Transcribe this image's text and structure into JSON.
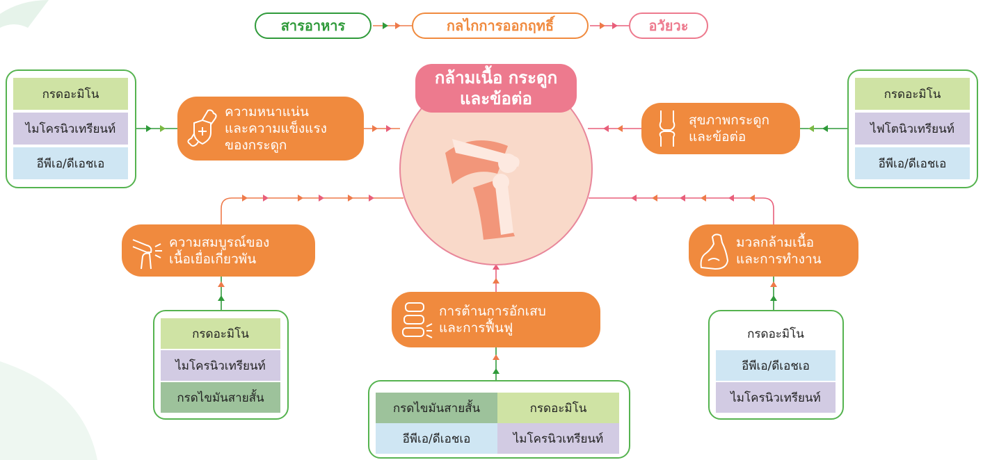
{
  "header": {
    "nutrients": "สารอาหาร",
    "mechanism": "กลไกการออกฤทธิ์",
    "organ": "อวัยวะ"
  },
  "center": {
    "line1": "กล้ามเนื้อ กระดูก",
    "line2": "และข้อต่อ"
  },
  "nodes": {
    "bone_density": {
      "lines": [
        "ความหนาแน่น",
        "และความแข็งแรง",
        "ของกระดูก"
      ],
      "icon": "bone-shield-icon"
    },
    "bone_health": {
      "lines": [
        "สุขภาพกระดูก",
        "และข้อต่อ"
      ],
      "icon": "knee-joint-icon"
    },
    "connective_tissue": {
      "lines": [
        "ความสมบูรณ์ของ",
        "เนื้อเยื่อเกี่ยวพัน"
      ],
      "icon": "joint-icon"
    },
    "muscle_mass": {
      "lines": [
        "มวลกล้ามเนื้อ",
        "และการทำงาน"
      ],
      "icon": "flexed-arm-icon"
    },
    "inflammation": {
      "lines": [
        "การต้านการอักเสบ",
        "และการฟื้นฟู"
      ],
      "icon": "spine-icon"
    }
  },
  "boxes": {
    "top_left": [
      "กรดอะมิโน",
      "ไมโครนิวเทรียนท์",
      "อีพีเอ/ดีเอชเอ"
    ],
    "top_right": [
      "กรดอะมิโน",
      "ไฟโตนิวเทรียนท์",
      "อีพีเอ/ดีเอชเอ"
    ],
    "mid_left": [
      "กรดอะมิโน",
      "ไมโครนิวเทรียนท์",
      "กรดไขมันสายสั้น"
    ],
    "mid_right": [
      "กรดอะมิโน",
      "อีพีเอ/ดีเอชเอ",
      "ไมโครนิวเทรียนท์"
    ],
    "bottom": [
      "กรดไขมันสายสั้น",
      "กรดอะมิโน",
      "อีพีเอ/ดีเอชเอ",
      "ไมโครนิวเทรียนท์"
    ]
  },
  "colors": {
    "green": "#2f9a3a",
    "orange": "#f08a3e",
    "pink": "#ed7a8e",
    "circle": "#f9d9c9"
  }
}
